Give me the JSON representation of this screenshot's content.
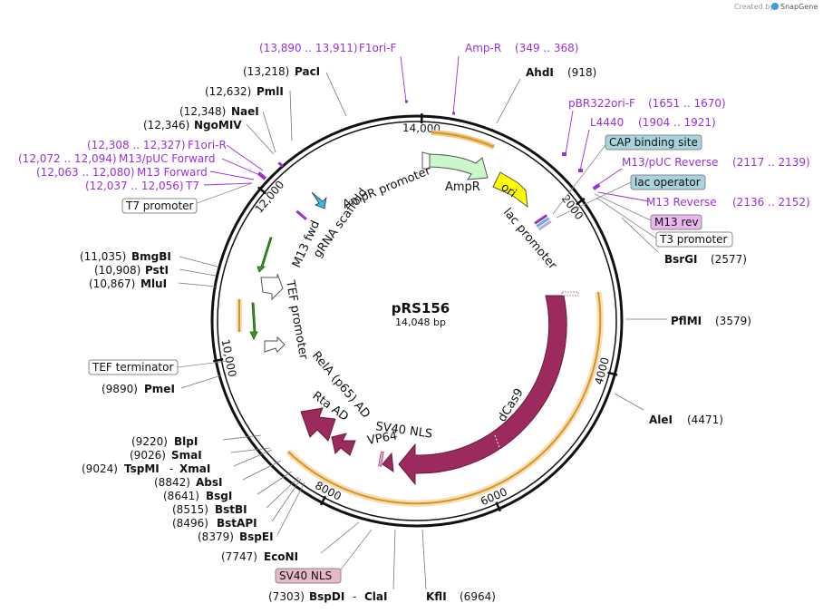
{
  "credit": {
    "text": "Created by",
    "brand": "SnapGene"
  },
  "plasmid": {
    "name": "pRS156",
    "size": "14,048 bp",
    "length": 14048
  },
  "ticks": [
    {
      "label": "2000",
      "pos": 2000
    },
    {
      "label": "4000",
      "pos": 4000
    },
    {
      "label": "6000",
      "pos": 6000
    },
    {
      "label": "8000",
      "pos": 8000
    },
    {
      "label": "10,000",
      "pos": 10000
    },
    {
      "label": "12,000",
      "pos": 12000
    },
    {
      "label": "14,000",
      "pos": 14000
    }
  ],
  "sites": {
    "ahdi": {
      "name": "AhdI",
      "pos": "(918)"
    },
    "bsrgi": {
      "name": "BsrGI",
      "pos": "(2577)"
    },
    "pflmi": {
      "name": "PflMI",
      "pos": "(3579)"
    },
    "alei": {
      "name": "AleI",
      "pos": "(4471)"
    },
    "kfli": {
      "name": "KflI",
      "pos": "(6964)"
    },
    "bspdi": {
      "name": "BspDI",
      "pos": "(7303)",
      "sep": "-",
      "name2": "ClaI"
    },
    "econi": {
      "name": "EcoNI",
      "pos": "(7747)"
    },
    "bspei": {
      "name": "BspEI",
      "pos": "(8379)"
    },
    "bstapi": {
      "name": "BstAPI",
      "pos": "(8496)"
    },
    "bstbi": {
      "name": "BstBI",
      "pos": "(8515)"
    },
    "bsgi": {
      "name": "BsgI",
      "pos": "(8641)"
    },
    "absi": {
      "name": "AbsI",
      "pos": "(8842)"
    },
    "tspmi": {
      "name": "TspMI",
      "pos": "(9024)",
      "sep": "-",
      "name2": "XmaI"
    },
    "smai": {
      "name": "SmaI",
      "pos": "(9026)"
    },
    "blpi": {
      "name": "BlpI",
      "pos": "(9220)"
    },
    "pmei": {
      "name": "PmeI",
      "pos": "(9890)"
    },
    "mlui": {
      "name": "MluI",
      "pos": "(10,867)"
    },
    "psti": {
      "name": "PstI",
      "pos": "(10,908)"
    },
    "bmgbi": {
      "name": "BmgBI",
      "pos": "(11,035)"
    },
    "ngomiv": {
      "name": "NgoMIV",
      "pos": "(12,346)"
    },
    "naei": {
      "name": "NaeI",
      "pos": "(12,348)"
    },
    "pmli": {
      "name": "PmlI",
      "pos": "(12,632)"
    },
    "paci": {
      "name": "PacI",
      "pos": "(13,218)"
    }
  },
  "primers": {
    "f1ori_f_top": {
      "name": "F1ori-F",
      "range": "(13,890 .. 13,911)"
    },
    "amp_r": {
      "name": "Amp-R",
      "range": "(349 .. 368)"
    },
    "pbr322ori_f": {
      "name": "pBR322ori-F",
      "range": "(1651 .. 1670)"
    },
    "l4440": {
      "name": "L4440",
      "range": "(1904 .. 1921)"
    },
    "m13puc_rev": {
      "name": "M13/pUC Reverse",
      "range": "(2117 .. 2139)"
    },
    "m13_rev_primer": {
      "name": "M13 Reverse",
      "range": "(2136 .. 2152)"
    },
    "f1ori_r": {
      "name": "F1ori-R",
      "range": "(12,308 .. 12,327)"
    },
    "m13puc_fwd": {
      "name": "M13/pUC Forward",
      "range": "(12,072 .. 12,094)"
    },
    "m13_fwd_primer": {
      "name": "M13 Forward",
      "range": "(12,063 .. 12,080)"
    },
    "t7_primer": {
      "name": "T7",
      "range": "(12,037 .. 12,056)"
    }
  },
  "boxes": {
    "cap": "CAP binding site",
    "lacop": "lac operator",
    "m13rev": "M13 rev",
    "t3": "T3 promoter",
    "t7": "T7 promoter",
    "tefterm": "TEF terminator",
    "sv40nls": "SV40 NLS"
  },
  "features": {
    "amp_promoter": "AmpR promoter",
    "ampr": "AmpR",
    "ori": "ori",
    "lac_promoter": "lac promoter",
    "m13fwd": "M13 fwd",
    "grna": "gRNA scaffold",
    "tef_promoter": "TEF promoter",
    "relA": "RelA (p65) AD",
    "rta": "Rta AD",
    "sv40": "SV40 NLS",
    "vp64": "VP64",
    "dcas9": "dCas9"
  },
  "colors": {
    "dcas9": "#9c2a5e",
    "ampr": "#c9f7c9",
    "ori": "#ffff00",
    "orange_arc": "#f0a848",
    "green_arrow": "#3a9a1e",
    "cap_box": "#a7d3dc",
    "m13rev_box": "#e9b6ee",
    "sv40_box": "#e6b8c8",
    "primer": "#9b30d9",
    "grna": "#35b9e8"
  }
}
